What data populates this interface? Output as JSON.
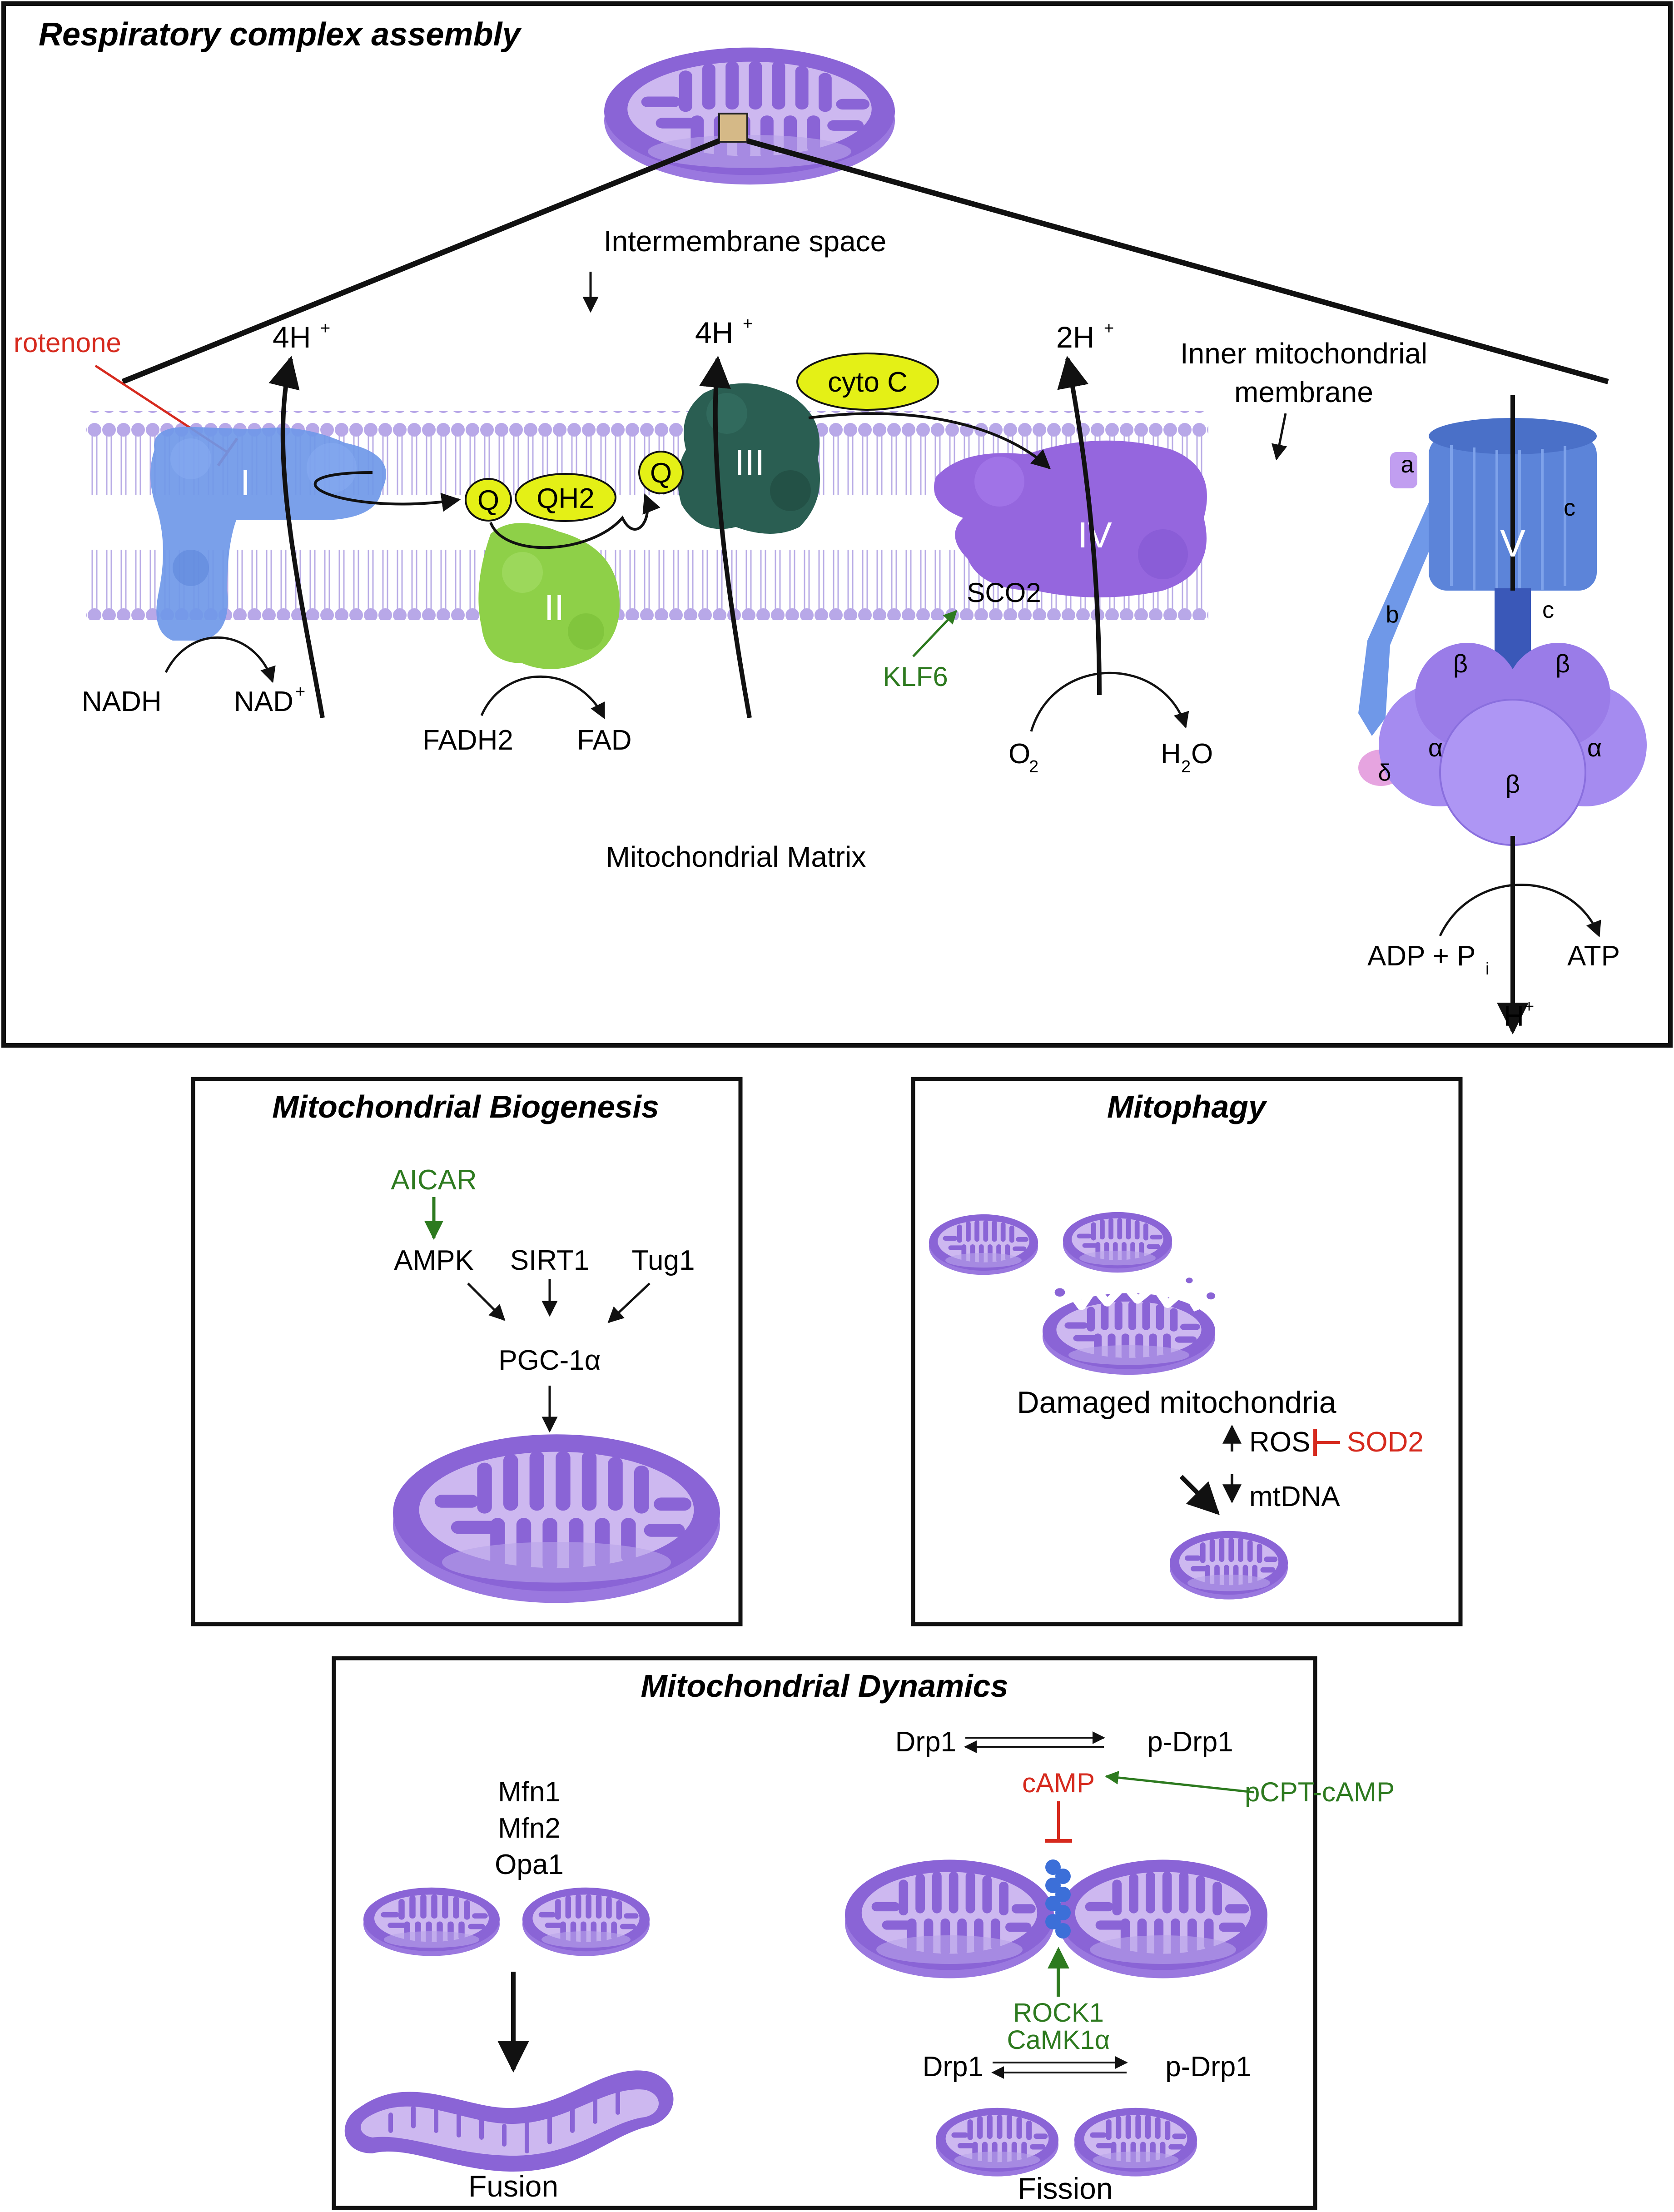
{
  "colors": {
    "mito_outer": "#8a64d6",
    "mito_inner": "#c9b4ef",
    "mito_cristae": "#e7dcf8",
    "membrane_head": "#b8a8e8",
    "complex_I": "#6f98e8",
    "complex_II": "#8ed048",
    "complex_III": "#2a5e52",
    "complex_IV": "#9566de",
    "complex_V_top": "#5c84d9",
    "complex_V_bottom": "#a58bf0",
    "carrier": "#e4f016",
    "activator": "#2d7a1f",
    "inhibitor": "#d62a1e"
  },
  "respiratory": {
    "title": "Respiratory complex assembly",
    "intermembrane": "Intermembrane space",
    "inner_membrane_l1": "Inner mitochondrial",
    "inner_membrane_l2": "membrane",
    "matrix": "Mitochondrial Matrix",
    "rotenone": "rotenone",
    "proton_I": "4H",
    "proton_III": "4H",
    "proton_IV": "2H",
    "proton_plus": "+",
    "cI": "I",
    "cII": "II",
    "cIII": "III",
    "cIV": "IV",
    "cV": "V",
    "q1": "Q",
    "qh2": "QH2",
    "q2": "Q",
    "cyto": "cyto C",
    "sco2": "SCO2",
    "klf6": "KLF6",
    "nadh": "NADH",
    "nad": "NAD",
    "fadh2": "FADH2",
    "fad": "FAD",
    "o2_main": "O",
    "o2_sub": "2",
    "h2o_h": "H",
    "h2o_sub": "2",
    "h2o_o": "O",
    "sub_a": "a",
    "sub_b": "b",
    "sub_c1": "c",
    "sub_c2": "c",
    "beta_l": "β",
    "beta_r": "β",
    "beta_c": "β",
    "alpha_l": "α",
    "alpha_r": "α",
    "delta": "δ",
    "adp": "ADP + P",
    "adp_sub": "i",
    "atp": "ATP",
    "hplus": "H"
  },
  "biogenesis": {
    "title": "Mitochondrial Biogenesis",
    "aicar": "AICAR",
    "ampk": "AMPK",
    "sirt1": "SIRT1",
    "tug1": "Tug1",
    "pgc": "PGC-1α"
  },
  "mitophagy": {
    "title": "Mitophagy",
    "damaged": "Damaged mitochondria",
    "ros": "ROS",
    "sod2": "SOD2",
    "mtdna": "mtDNA"
  },
  "dynamics": {
    "title": "Mitochondrial Dynamics",
    "mfn1": "Mfn1",
    "mfn2": "Mfn2",
    "opa1": "Opa1",
    "fusion": "Fusion",
    "fission": "Fission",
    "drp1_top": "Drp1",
    "pdrp1_top": "p-Drp1",
    "camp": "cAMP",
    "pcpt": "pCPT-cAMP",
    "rock1": "ROCK1",
    "camk": "CaMK1α",
    "drp1_bot": "Drp1",
    "pdrp1_bot": "p-Drp1"
  }
}
